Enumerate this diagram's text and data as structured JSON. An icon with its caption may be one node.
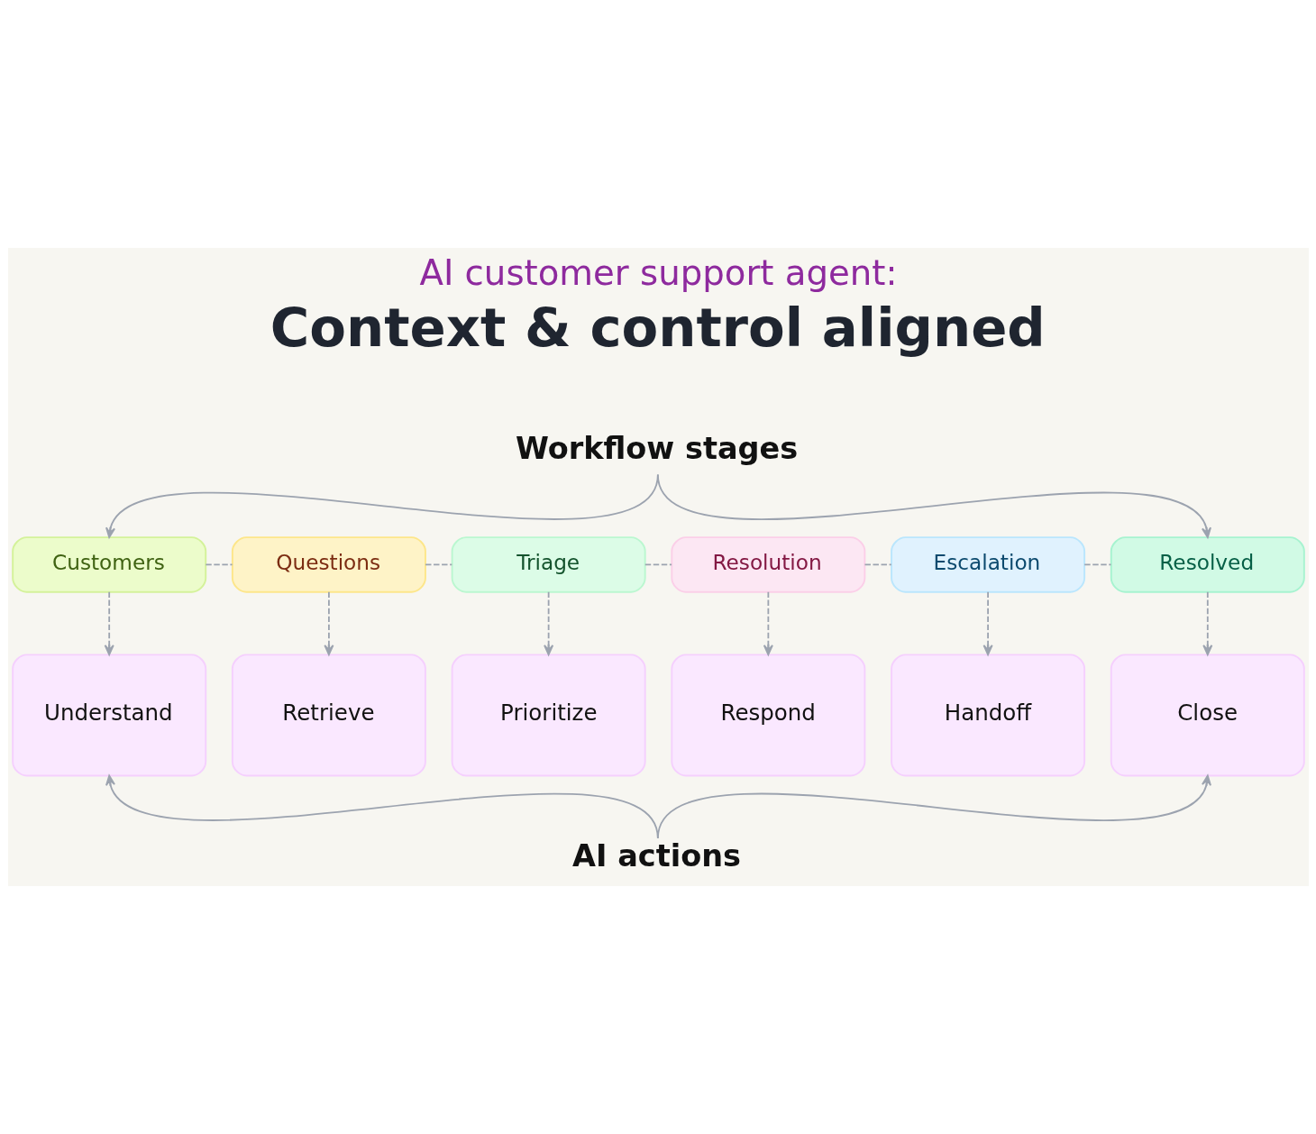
{
  "diagram": {
    "title": "AI customer support agent:",
    "nodes": [
      {
        "text": [
          "Workflow stages"
        ]
      },
      {
        "text": [
          "Customers"
        ]
      },
      {
        "text": [
          "Questions"
        ]
      },
      {
        "text": [
          "Triage"
        ]
      },
      {
        "text": [
          "Resolution"
        ]
      },
      {
        "text": [
          "Escalation"
        ]
      },
      {
        "text": [
          "Resolved"
        ]
      },
      {
        "text": [
          "Understand"
        ]
      },
      {
        "text": [
          "Retrieve"
        ]
      },
      {
        "text": [
          "Prioritize"
        ]
      },
      {
        "text": [
          "Respond"
        ]
      },
      {
        "text": [
          "Handoff"
        ]
      },
      {
        "text": [
          "Close"
        ]
      },
      {
        "text": [
          "AI actions"
        ]
      }
    ],
    "edges": [
      {
        "from": 0,
        "to": 1,
        "arrow": "to"
      },
      {
        "from": 0,
        "to": 6,
        "arrow": "to"
      },
      {
        "from": 1,
        "to": 2,
        "arrow": "none",
        "style": "dashed"
      },
      {
        "from": 2,
        "to": 3,
        "arrow": "none",
        "style": "dashed"
      },
      {
        "from": 3,
        "to": 4,
        "arrow": "none",
        "style": "dashed"
      },
      {
        "from": 4,
        "to": 5,
        "arrow": "none",
        "style": "dashed"
      },
      {
        "from": 5,
        "to": 6,
        "arrow": "none",
        "style": "dashed"
      },
      {
        "from": 1,
        "to": 7,
        "arrow": "to",
        "style": "dashed"
      },
      {
        "from": 2,
        "to": 8,
        "arrow": "to",
        "style": "dashed"
      },
      {
        "from": 3,
        "to": 9,
        "arrow": "to",
        "style": "dashed"
      },
      {
        "from": 4,
        "to": 10,
        "arrow": "to",
        "style": "dashed"
      },
      {
        "from": 5,
        "to": 11,
        "arrow": "to",
        "style": "dashed"
      },
      {
        "from": 6,
        "to": 12,
        "arrow": "to",
        "style": "dashed"
      },
      {
        "from": 13,
        "to": 7,
        "arrow": "to"
      },
      {
        "from": 13,
        "to": 12,
        "arrow": "to"
      }
    ],
    "labels": [
      "Context & control aligned"
    ]
  }
}
